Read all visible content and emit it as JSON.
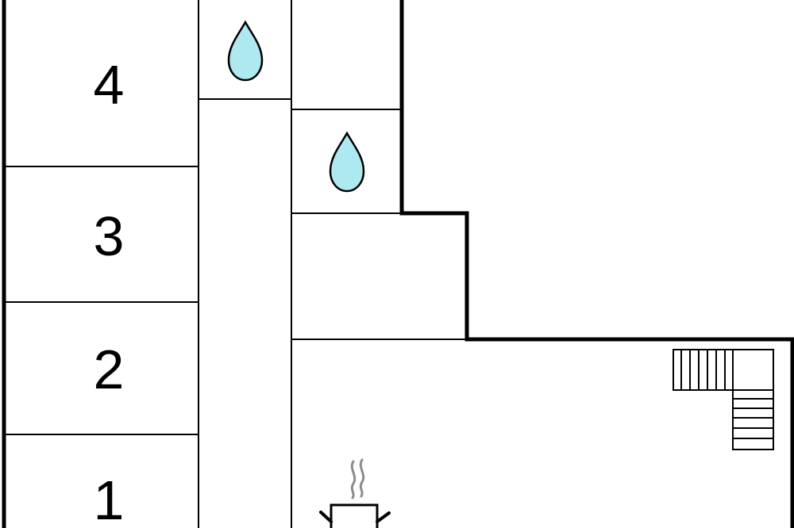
{
  "floorplan": {
    "rooms": [
      {
        "number": "4"
      },
      {
        "number": "3"
      },
      {
        "number": "2"
      },
      {
        "number": "1"
      }
    ],
    "icons": [
      "water-drop-icon",
      "water-drop-icon",
      "staircase-icon",
      "cooking-pot-icon"
    ],
    "colors": {
      "wall": "#000000",
      "water_drop_fill": "#aee8f0",
      "steam": "#8c8c8c",
      "background": "#ffffff"
    }
  }
}
